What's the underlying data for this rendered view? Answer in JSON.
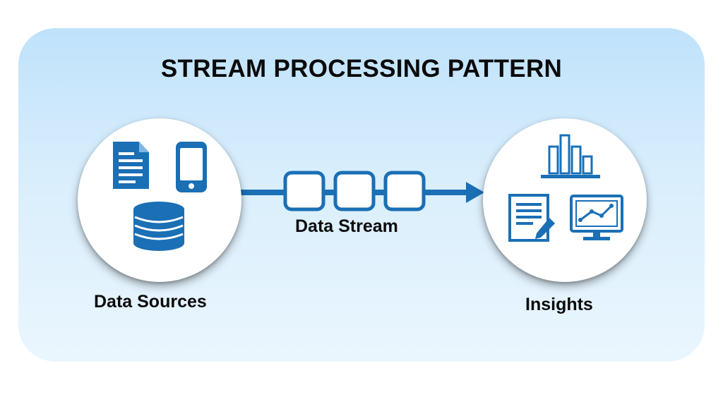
{
  "diagram": {
    "title": "STREAM PROCESSING PATTERN",
    "nodes": [
      {
        "id": "sources",
        "label": "Data Sources",
        "icons": [
          "document-icon",
          "smartphone-icon",
          "database-icon"
        ]
      },
      {
        "id": "insights",
        "label": "Insights",
        "icons": [
          "bar-chart-icon",
          "report-edit-icon",
          "monitor-line-chart-icon"
        ]
      }
    ],
    "edge": {
      "from": "sources",
      "to": "insights",
      "label": "Data Stream",
      "packets": 3
    },
    "colors": {
      "accent": "#1a6fb5",
      "panel_top": "#bfe2fb",
      "panel_bottom": "#eaf6fe",
      "text": "#0b0b0b"
    }
  }
}
